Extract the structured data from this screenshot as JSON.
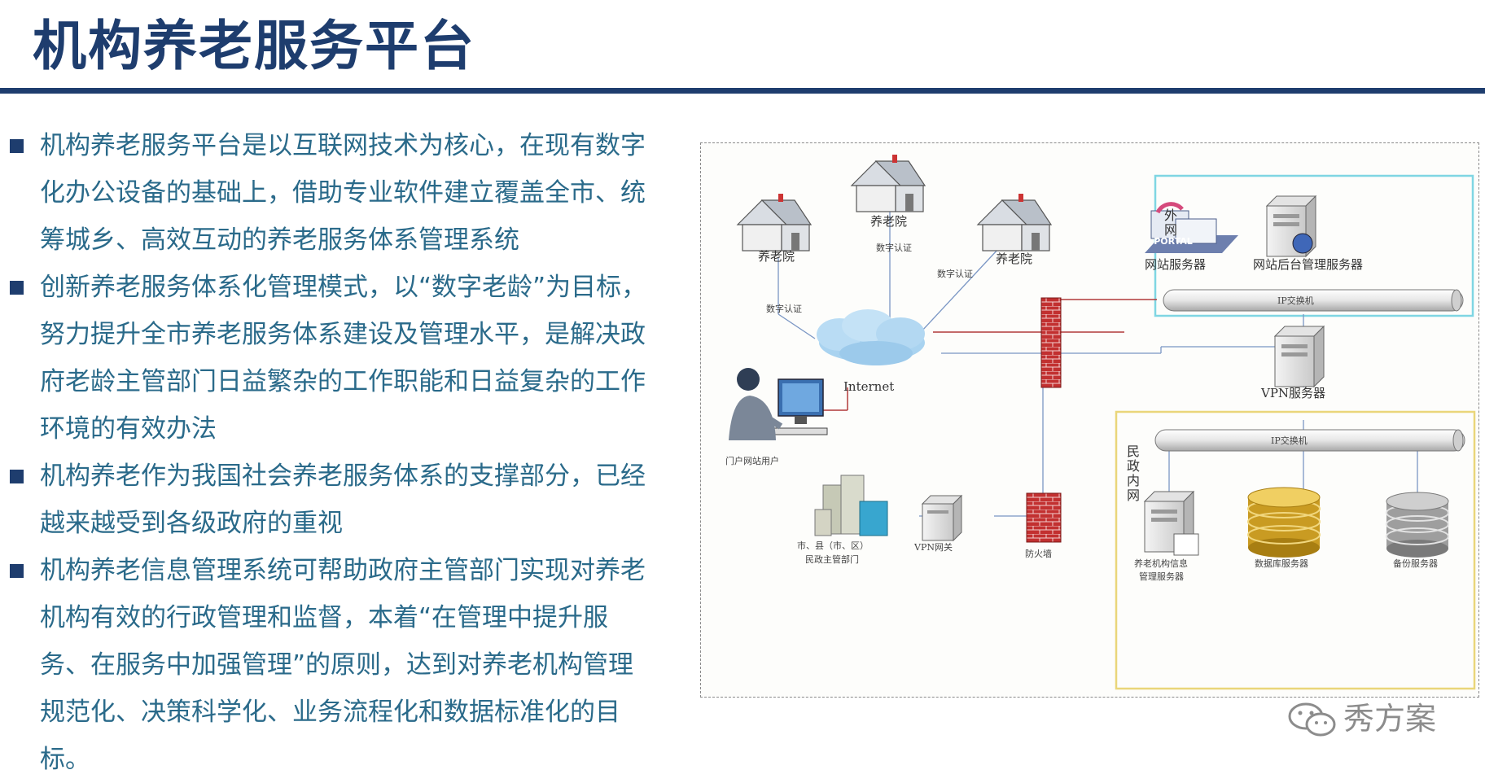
{
  "page": {
    "title": "机构养老服务平台"
  },
  "bullets": [
    {
      "text": "机构养老服务平台是以互联网技术为核心，在现有数字化办公设备的基础上，借助专业软件建立覆盖全市、统筹城乡、高效互动的养老服务体系管理系统"
    },
    {
      "text": "创新养老服务体系化管理模式，以“数字老龄”为目标，努力提升全市养老服务体系建设及管理水平，是解决政府老龄主管部门日益繁杂的工作职能和日益复杂的工作环境的有效办法"
    },
    {
      "text": "机构养老作为我国社会养老服务体系的支撑部分，已经越来越受到各级政府的重视"
    },
    {
      "text": "机构养老信息管理系统可帮助政府主管部门实现对养老机构有效的行政管理和监督，本着“在管理中提升服务、在服务中加强管理”的原则，达到对养老机构管理规范化、决策科学化、业务流程化和数据标准化的目标。"
    }
  ],
  "diagram": {
    "nursing_home_left": "养老院",
    "nursing_home_top": "养老院",
    "nursing_home_right": "养老院",
    "auth_left": "数字认证",
    "auth_top": "数字认证",
    "auth_right": "数字认证",
    "internet": "Internet",
    "portal_user": "门户网站用户",
    "extranet": "外网",
    "portal_sign": "PORTAL",
    "web_server": "网站服务器",
    "web_admin_server": "网站后台管理服务器",
    "ip_switch_outer": "IP交换机",
    "vpn_server": "VPN服务器",
    "civil_intranet": "民政内网",
    "ip_switch_inner": "IP交换机",
    "agency_info_server_line1": "养老机构信息",
    "agency_info_server_line2": "管理服务器",
    "database_server": "数据库服务器",
    "backup_server": "备份服务器",
    "city_dept_line1": "市、县（市、区）",
    "city_dept_line2": "民政主管部门",
    "vpn_gateway": "VPN网关",
    "firewall": "防火墙"
  },
  "watermark": {
    "text": "秀方案",
    "icon": "wechat-icon"
  }
}
